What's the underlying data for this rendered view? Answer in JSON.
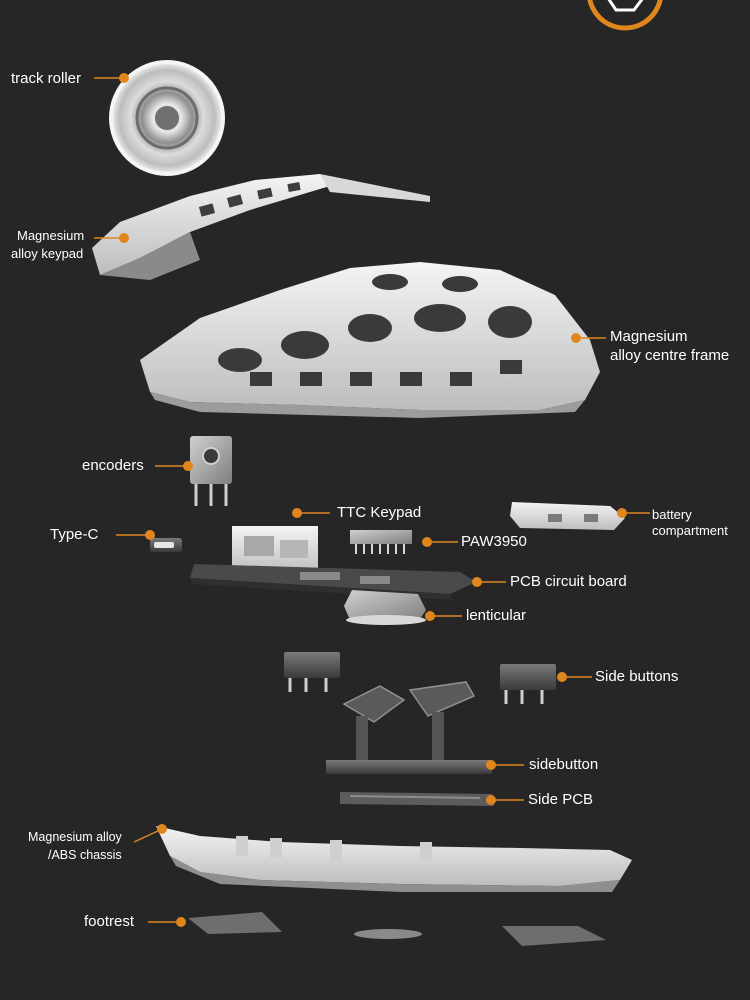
{
  "accent_color": "#e0861f",
  "logo": {
    "icon": "hexagon-logo-icon"
  },
  "labels": {
    "track_roller": "track roller",
    "magnesium_keypad": [
      "Magnesium",
      "alloy keypad"
    ],
    "centre_frame": [
      "Magnesium",
      "alloy centre frame"
    ],
    "encoders": "encoders",
    "ttc_keypad": "TTC Keypad",
    "battery": [
      "battery",
      "compartment"
    ],
    "type_c": "Type-C",
    "paw3950": "PAW3950",
    "pcb": "PCB circuit board",
    "lenticular": "lenticular",
    "side_buttons": "Side buttons",
    "sidebutton": "sidebutton",
    "side_pcb": "Side PCB",
    "chassis": [
      "Magnesium alloy",
      "/ABS chassis"
    ],
    "footrest": "footrest"
  }
}
